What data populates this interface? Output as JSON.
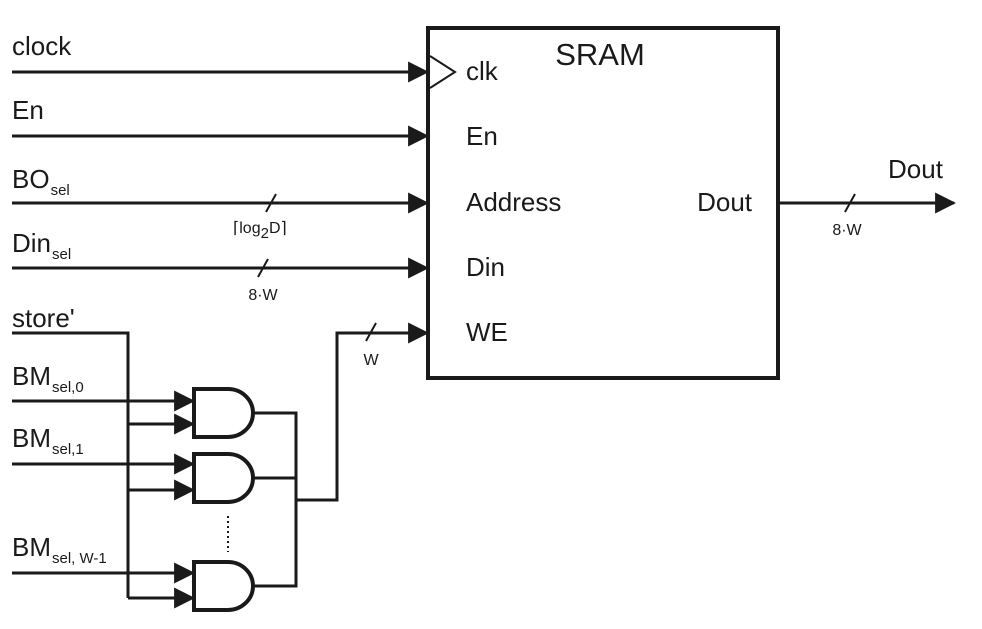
{
  "block": {
    "title": "SRAM"
  },
  "ports": {
    "clk": "clk",
    "en": "En",
    "address": "Address",
    "din": "Din",
    "we": "WE",
    "dout": "Dout"
  },
  "signals": {
    "clock": "clock",
    "en": "En",
    "bo_main": "BO",
    "bo_sub": "sel",
    "din_main": "Din",
    "din_sub": "sel",
    "store": "store'",
    "bm0_main": "BM",
    "bm0_sub": "sel,0",
    "bm1_main": "BM",
    "bm1_sub": "sel,1",
    "bmw_main": "BM",
    "bmw_sub": "sel, W-1",
    "dout_out": "Dout"
  },
  "widths": {
    "address_open": "⌈log",
    "address_sub": "2",
    "address_close": "D⌉",
    "din": "8·W",
    "we": "W",
    "dout": "8·W"
  }
}
